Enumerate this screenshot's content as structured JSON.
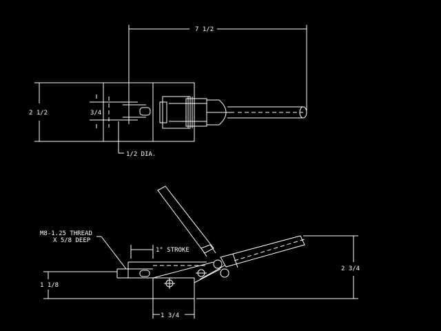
{
  "colors": {
    "background": "#000000",
    "line": "#ffffff"
  },
  "dimensions": {
    "overall_length": "7 1/2",
    "top_height": "2 1/2",
    "plunger_width": "3/4",
    "plunger_dia": "1/2 DIA.",
    "thread_line1": "M8-1.25 THREAD",
    "thread_line2": "X 5/8 DEEP",
    "stroke": "1\" STROKE",
    "side_height": "2 3/4",
    "base_height": "1 1/8",
    "base_width": "1 3/4"
  }
}
